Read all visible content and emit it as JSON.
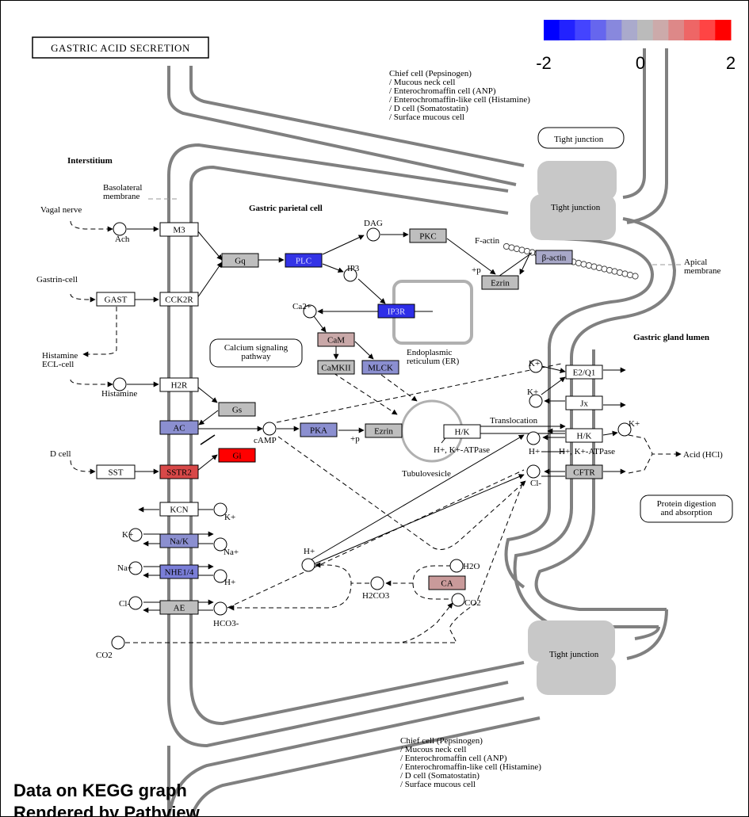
{
  "title": "GASTRIC ACID SECRETION",
  "colorbar": {
    "min_label": "-2",
    "mid_label": "0",
    "max_label": "2",
    "colors": [
      "#0000ff",
      "#2222ff",
      "#4444ff",
      "#6666ee",
      "#8888dd",
      "#aaaacc",
      "#bbbbbb",
      "#ccaaaa",
      "#dd8888",
      "#ee6666",
      "#ff4444",
      "#ff0000"
    ]
  },
  "regions": {
    "interstitium": "Interstitium",
    "basolateral": [
      "Basolateral",
      "membrane"
    ],
    "parietal": "Gastric parietal cell",
    "lumen": "Gastric gland lumen",
    "apical": [
      "Apical",
      "membrane"
    ],
    "tubulovesicle": "Tubulovesicle",
    "er": [
      "Endoplasmic",
      "reticulum (ER)"
    ],
    "translocation": "Translocation",
    "factin": "F-actin",
    "tight1": "Tight junction",
    "tight2": "Tight junction",
    "tight3": "Tight junction",
    "cells_top": [
      "Chief cell (Pepsinogen)",
      "/ Mucous neck cell",
      "/ Enterochromaffin cell (ANP)",
      "/ Enterochromaffin-like cell (Histamine)",
      "/ D cell (Somatostatin)",
      "/ Surface mucous cell"
    ],
    "cells_bottom": [
      "Chief cell (Pepsinogen)",
      "/ Mucous neck cell",
      "/ Enterochromaffin cell (ANP)",
      "/ Enterochromaffin-like cell (Histamine)",
      "/ D cell (Somatostatin)",
      "/ Surface mucous cell"
    ]
  },
  "pathways": {
    "calcium": [
      "Calcium signaling",
      "pathway"
    ],
    "protein": [
      "Protein digestion",
      "and absorption"
    ]
  },
  "sources": {
    "vagal": "Vagal nerve",
    "gastrin": "Gastrin-cell",
    "histamine_ecl": [
      "Histamine",
      "ECL-cell"
    ],
    "dcell": "D cell"
  },
  "genes": {
    "M3": {
      "label": "M3",
      "color": "#ffffff"
    },
    "CCK2R": {
      "label": "CCK2R",
      "color": "#ffffff"
    },
    "GAST": {
      "label": "GAST",
      "color": "#ffffff"
    },
    "H2R": {
      "label": "H2R",
      "color": "#ffffff"
    },
    "AC": {
      "label": "AC",
      "color": "#8b8fd0"
    },
    "SSTR2": {
      "label": "SSTR2",
      "color": "#d84848"
    },
    "SST": {
      "label": "SST",
      "color": "#ffffff"
    },
    "KCN": {
      "label": "KCN",
      "color": "#ffffff"
    },
    "NaK": {
      "label": "Na/K",
      "color": "#8b8fd0"
    },
    "NHE": {
      "label": "NHE1/4",
      "color": "#7a7ed8"
    },
    "AE": {
      "label": "AE",
      "color": "#bebebe"
    },
    "Gq": {
      "label": "Gq",
      "color": "#bebebe"
    },
    "PLC": {
      "label": "PLC",
      "color": "#3333e6"
    },
    "PKC": {
      "label": "PKC",
      "color": "#bebebe"
    },
    "IP3R": {
      "label": "IP3R",
      "color": "#2e2ee8"
    },
    "CaM": {
      "label": "CaM",
      "color": "#c9a8a8"
    },
    "CaMKII": {
      "label": "CaMKII",
      "color": "#bebebe"
    },
    "MLCK": {
      "label": "MLCK",
      "color": "#8b8fd0"
    },
    "Gs": {
      "label": "Gs",
      "color": "#bebebe"
    },
    "Gi": {
      "label": "Gi",
      "color": "#ff0000"
    },
    "PKA": {
      "label": "PKA",
      "color": "#8b8fd0"
    },
    "Ezrin1": {
      "label": "Ezrin",
      "color": "#bebebe"
    },
    "Ezrin2": {
      "label": "Ezrin",
      "color": "#bebebe"
    },
    "bactin": {
      "label": "β-actin",
      "color": "#a8a8c8"
    },
    "HK1": {
      "label": "H/K",
      "color": "#ffffff"
    },
    "HK2": {
      "label": "H/K",
      "color": "#ffffff"
    },
    "E2Q1": {
      "label": "E2/Q1",
      "color": "#ffffff"
    },
    "Jx": {
      "label": "Jx",
      "color": "#ffffff"
    },
    "CFTR": {
      "label": "CFTR",
      "color": "#bebebe"
    },
    "CA": {
      "label": "CA",
      "color": "#c99a9a"
    }
  },
  "compounds": {
    "ach": "Ach",
    "histamine": "Histamine",
    "dag": "DAG",
    "ip3": "IP3",
    "ca": "Ca2+",
    "camp": "cAMP",
    "p1": "+p",
    "p2": "+p",
    "k_kcn": "K+",
    "k_nak": "K+",
    "na_nak": "Na+",
    "na_nhe": "Na+",
    "h_nhe": "H+",
    "cl_ae": "Cl-",
    "hco3": "HCO3-",
    "co2a": "CO2",
    "h_mid": "H+",
    "h2co3": "H2CO3",
    "h2o": "H2O",
    "co2b": "CO2",
    "k_e2": "K+",
    "k_jx": "K+",
    "k_hk": "K+",
    "h_hk": "H+",
    "cl_cftr": "Cl-",
    "hk_atpase1": "H+, K+-ATPase",
    "hk_atpase2": "H+, K+-ATPase",
    "acid": "Acid (HCl)"
  },
  "footer": {
    "line1": "Data on KEGG graph",
    "line2": "Rendered by Pathview"
  }
}
